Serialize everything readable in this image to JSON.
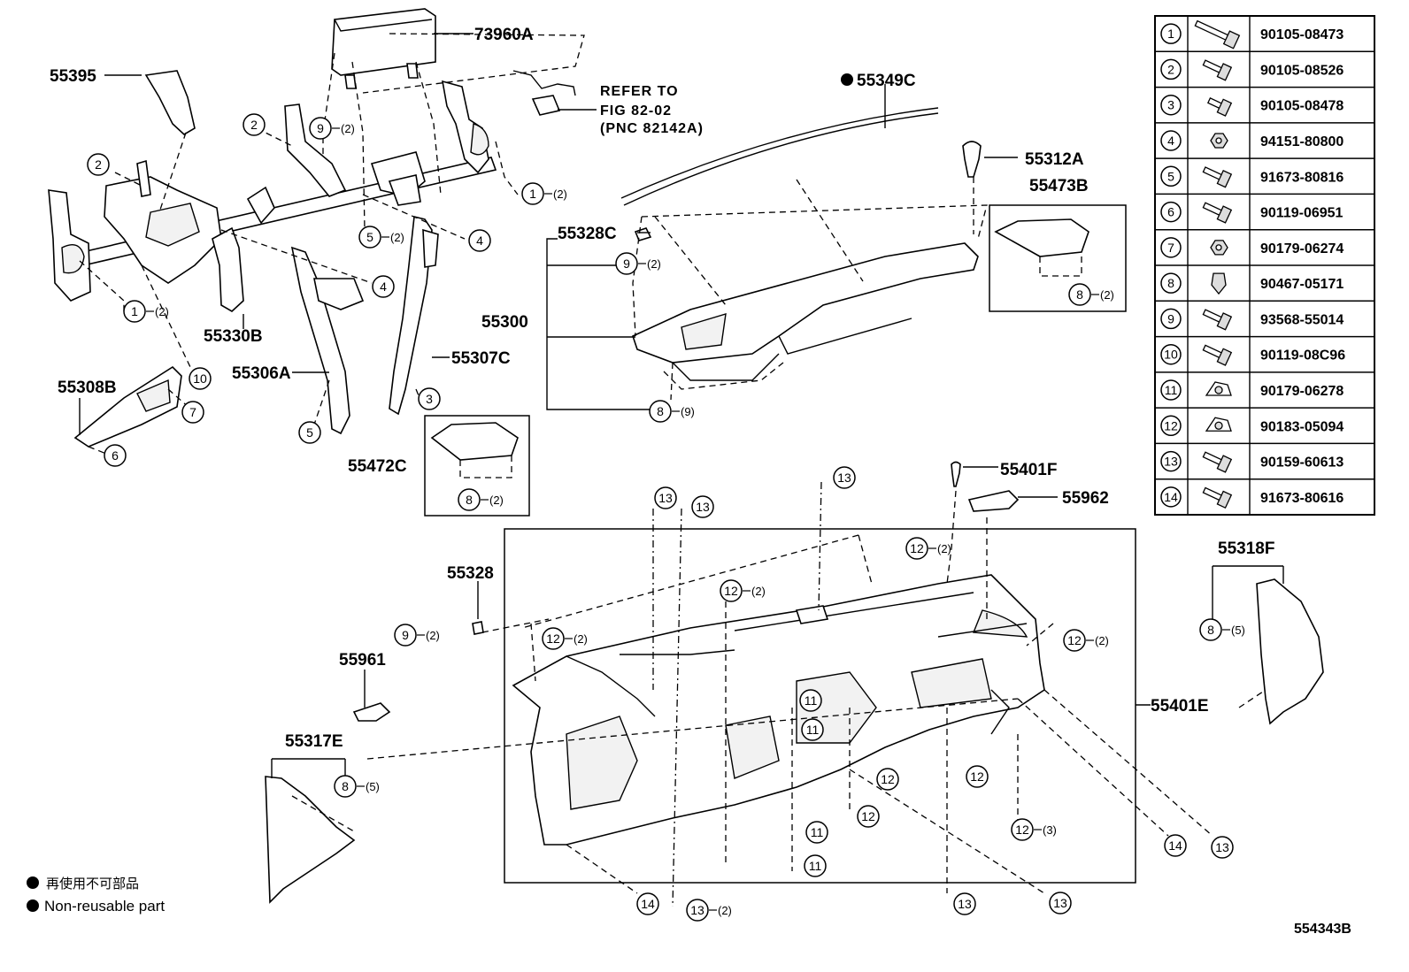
{
  "part_labels": [
    {
      "id": "p73960A",
      "text": "73960A"
    },
    {
      "id": "p55395",
      "text": "55395"
    },
    {
      "id": "p55349C",
      "text": "55349C"
    },
    {
      "id": "p55312A",
      "text": "55312A"
    },
    {
      "id": "p55473B",
      "text": "55473B"
    },
    {
      "id": "p55328C",
      "text": "55328C"
    },
    {
      "id": "p55300",
      "text": "55300"
    },
    {
      "id": "p55330B",
      "text": "55330B"
    },
    {
      "id": "p55306A",
      "text": "55306A"
    },
    {
      "id": "p55307C",
      "text": "55307C"
    },
    {
      "id": "p55308B",
      "text": "55308B"
    },
    {
      "id": "p55472C",
      "text": "55472C"
    },
    {
      "id": "p55401F",
      "text": "55401F"
    },
    {
      "id": "p55962",
      "text": "55962"
    },
    {
      "id": "p55328",
      "text": "55328"
    },
    {
      "id": "p55961",
      "text": "55961"
    },
    {
      "id": "p55317E",
      "text": "55317E"
    },
    {
      "id": "p55318F",
      "text": "55318F"
    },
    {
      "id": "p55401E",
      "text": "55401E"
    }
  ],
  "refer_note": {
    "line1": "REFER TO",
    "line2": "FIG 82-02",
    "line3": "(PNC 82142A)"
  },
  "fastener_table": [
    {
      "num": "1",
      "part": "90105-08473",
      "icon": "long-bolt-icon"
    },
    {
      "num": "2",
      "part": "90105-08526",
      "icon": "flange-bolt-icon"
    },
    {
      "num": "3",
      "part": "90105-08478",
      "icon": "short-bolt-icon"
    },
    {
      "num": "4",
      "part": "94151-80800",
      "icon": "nut-icon"
    },
    {
      "num": "5",
      "part": "91673-80816",
      "icon": "screw-icon"
    },
    {
      "num": "6",
      "part": "90119-06951",
      "icon": "bolt-icon"
    },
    {
      "num": "7",
      "part": "90179-06274",
      "icon": "nut-icon"
    },
    {
      "num": "8",
      "part": "90467-05171",
      "icon": "clip-icon"
    },
    {
      "num": "9",
      "part": "93568-55014",
      "icon": "screw-icon"
    },
    {
      "num": "10",
      "part": "90119-08C96",
      "icon": "bolt-icon"
    },
    {
      "num": "11",
      "part": "90179-06278",
      "icon": "speed-nut-icon"
    },
    {
      "num": "12",
      "part": "90183-05094",
      "icon": "speed-nut-icon"
    },
    {
      "num": "13",
      "part": "90159-60613",
      "icon": "screw-icon"
    },
    {
      "num": "14",
      "part": "91673-80616",
      "icon": "screw-icon"
    }
  ],
  "callouts": [
    {
      "n": "9",
      "q": "(2)"
    },
    {
      "n": "2",
      "q": ""
    },
    {
      "n": "2",
      "q": ""
    },
    {
      "n": "1",
      "q": "(2)"
    },
    {
      "n": "5",
      "q": "(2)"
    },
    {
      "n": "4",
      "q": ""
    },
    {
      "n": "4",
      "q": ""
    },
    {
      "n": "1",
      "q": "(2)"
    },
    {
      "n": "10",
      "q": ""
    },
    {
      "n": "7",
      "q": ""
    },
    {
      "n": "6",
      "q": ""
    },
    {
      "n": "5",
      "q": ""
    },
    {
      "n": "3",
      "q": ""
    },
    {
      "n": "9",
      "q": "(2)"
    },
    {
      "n": "8",
      "q": "(2)"
    },
    {
      "n": "8",
      "q": "(9)"
    },
    {
      "n": "8",
      "q": "(2)"
    },
    {
      "n": "13",
      "q": ""
    },
    {
      "n": "13",
      "q": ""
    },
    {
      "n": "13",
      "q": ""
    },
    {
      "n": "12",
      "q": "(2)"
    },
    {
      "n": "12",
      "q": "(2)"
    },
    {
      "n": "12",
      "q": "(2)"
    },
    {
      "n": "12",
      "q": "(2)"
    },
    {
      "n": "9",
      "q": "(2)"
    },
    {
      "n": "8",
      "q": "(5)"
    },
    {
      "n": "11",
      "q": ""
    },
    {
      "n": "11",
      "q": ""
    },
    {
      "n": "12",
      "q": ""
    },
    {
      "n": "12",
      "q": ""
    },
    {
      "n": "11",
      "q": ""
    },
    {
      "n": "11",
      "q": ""
    },
    {
      "n": "12",
      "q": ""
    },
    {
      "n": "12",
      "q": "(3)"
    },
    {
      "n": "8",
      "q": "(5)"
    },
    {
      "n": "14",
      "q": ""
    },
    {
      "n": "13",
      "q": "(2)"
    },
    {
      "n": "13",
      "q": ""
    },
    {
      "n": "13",
      "q": ""
    },
    {
      "n": "14",
      "q": ""
    },
    {
      "n": "13",
      "q": ""
    }
  ],
  "legend": {
    "cjk": "再使用不可部品",
    "en": "Non-reusable part"
  },
  "figure_id": "554343B"
}
